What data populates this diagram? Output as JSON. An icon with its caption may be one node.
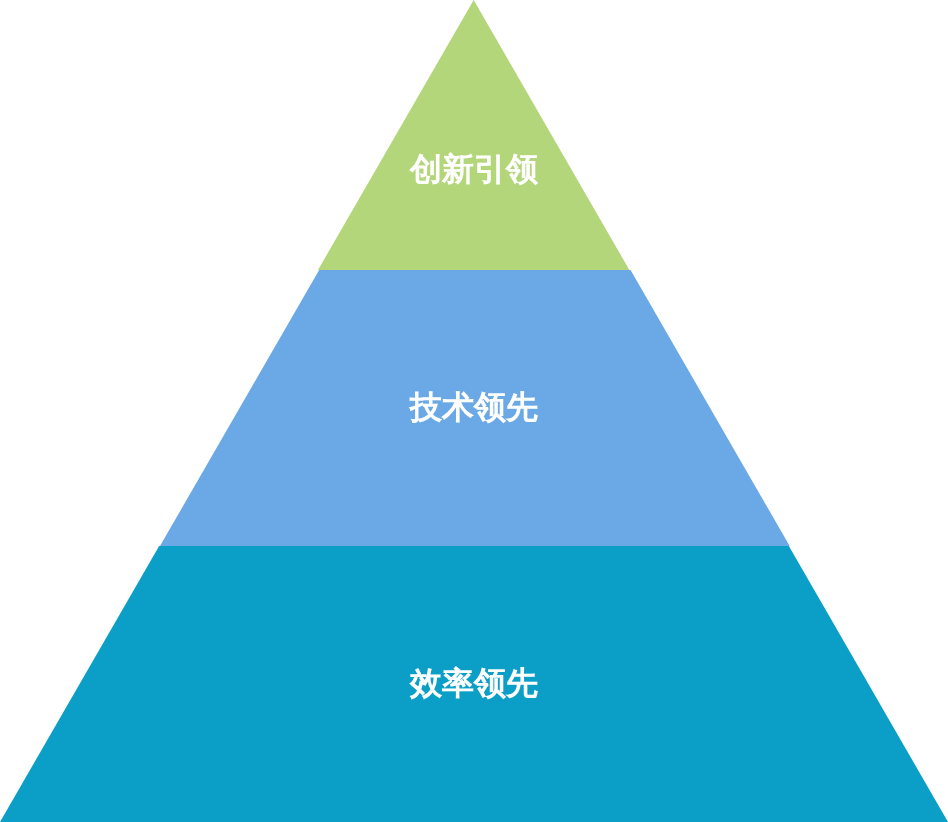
{
  "diagram": {
    "nodes": [
      {
        "text": [
          "创新引领"
        ]
      },
      {
        "text": [
          "技术领先"
        ]
      },
      {
        "text": [
          "效率领先"
        ]
      }
    ]
  }
}
